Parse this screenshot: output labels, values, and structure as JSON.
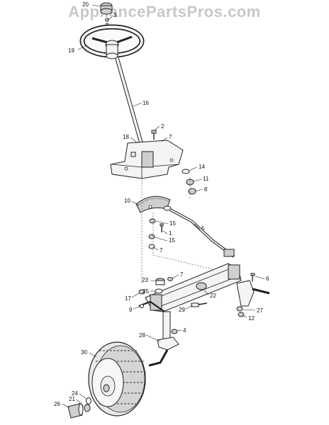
{
  "watermark": "AppliancePartsPros.com",
  "callouts": [
    {
      "id": "c20",
      "label": "20"
    },
    {
      "id": "c3",
      "label": "3"
    },
    {
      "id": "c19",
      "label": "19"
    },
    {
      "id": "c16",
      "label": "16"
    },
    {
      "id": "c2",
      "label": "2"
    },
    {
      "id": "c18",
      "label": "18"
    },
    {
      "id": "c7a",
      "label": "7"
    },
    {
      "id": "c14",
      "label": "14"
    },
    {
      "id": "c11",
      "label": "11"
    },
    {
      "id": "c8",
      "label": "8"
    },
    {
      "id": "c10",
      "label": "10"
    },
    {
      "id": "c15a",
      "label": "15"
    },
    {
      "id": "c5",
      "label": "5"
    },
    {
      "id": "c1",
      "label": "1"
    },
    {
      "id": "c15b",
      "label": "15"
    },
    {
      "id": "c7b",
      "label": "7"
    },
    {
      "id": "c23",
      "label": "23"
    },
    {
      "id": "c7c",
      "label": "7"
    },
    {
      "id": "c6",
      "label": "6"
    },
    {
      "id": "c25",
      "label": "25"
    },
    {
      "id": "c17",
      "label": "17"
    },
    {
      "id": "c22",
      "label": "22"
    },
    {
      "id": "c9",
      "label": "9"
    },
    {
      "id": "c29",
      "label": "29"
    },
    {
      "id": "c27",
      "label": "27"
    },
    {
      "id": "c12",
      "label": "12"
    },
    {
      "id": "c28",
      "label": "28"
    },
    {
      "id": "c4",
      "label": "4"
    },
    {
      "id": "c30",
      "label": "30"
    },
    {
      "id": "c24",
      "label": "24"
    },
    {
      "id": "c21",
      "label": "21"
    },
    {
      "id": "c26",
      "label": "26"
    }
  ]
}
